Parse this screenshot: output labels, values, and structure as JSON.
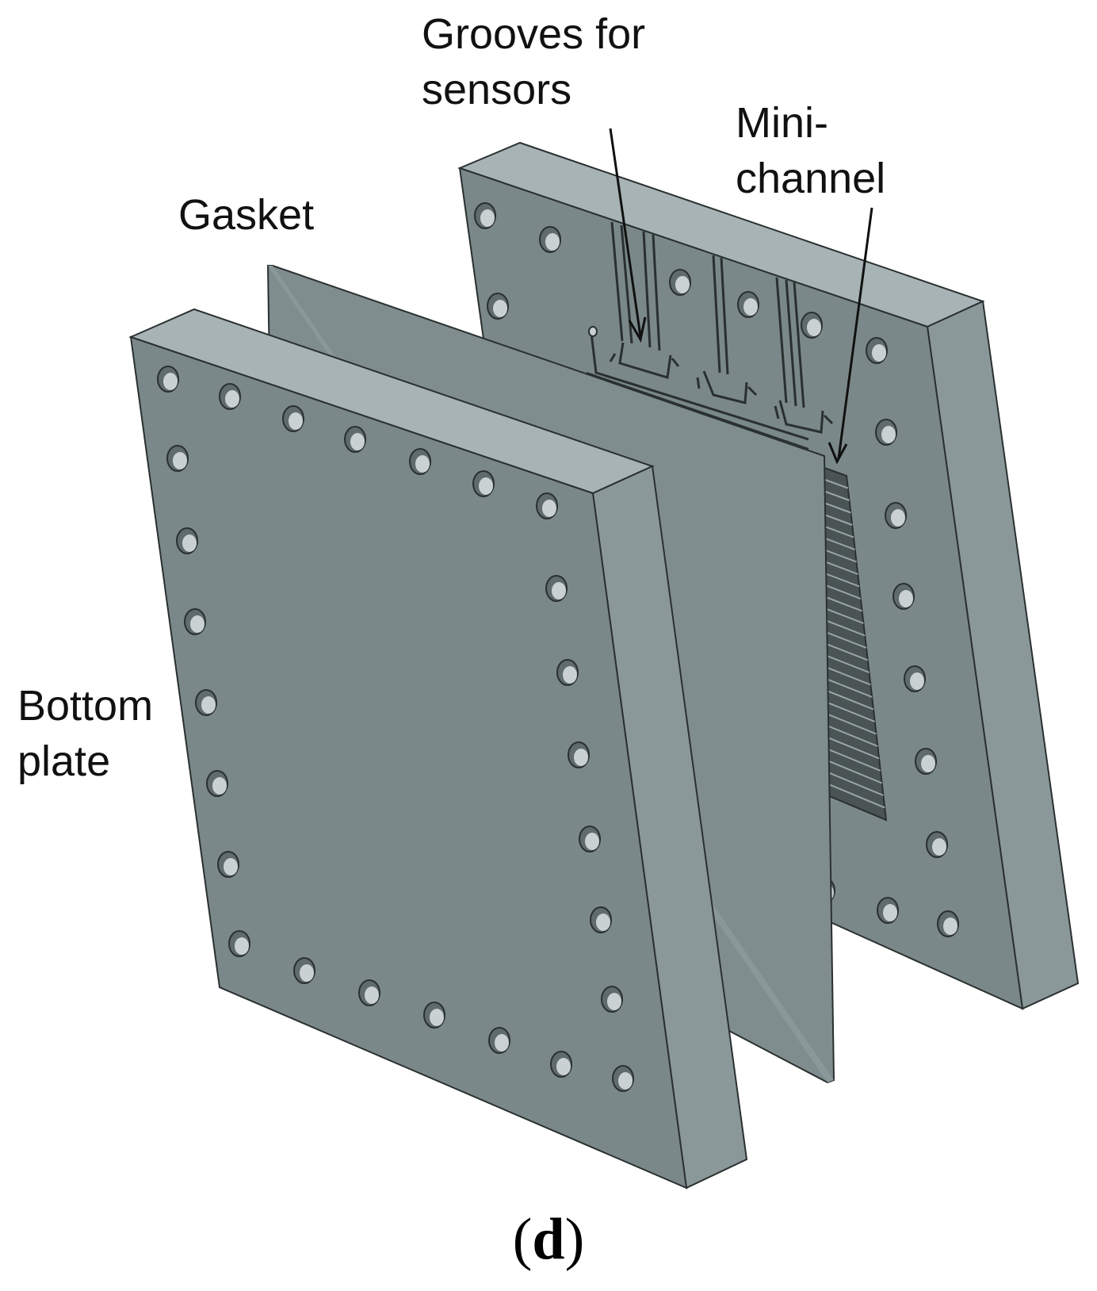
{
  "labels": {
    "grooves_line1": "Grooves for",
    "grooves_line2": "sensors",
    "mini_line1": "Mini-",
    "mini_line2": "channel",
    "gasket": "Gasket",
    "bottom_line1": "Bottom",
    "bottom_line2": "plate"
  },
  "caption": {
    "open": "(",
    "letter": "d",
    "close": ")"
  },
  "colors": {
    "plate_face": "#7b8889",
    "plate_side": "#8b989a",
    "plate_top": "#a7b3b5",
    "gasket_face": "#808d8f",
    "hole": "#c9d1d3",
    "edge": "#2a3030",
    "channel_dark": "#4a5455",
    "leader": "#111111"
  },
  "icons": {
    "hole": "bolt-hole-icon"
  }
}
